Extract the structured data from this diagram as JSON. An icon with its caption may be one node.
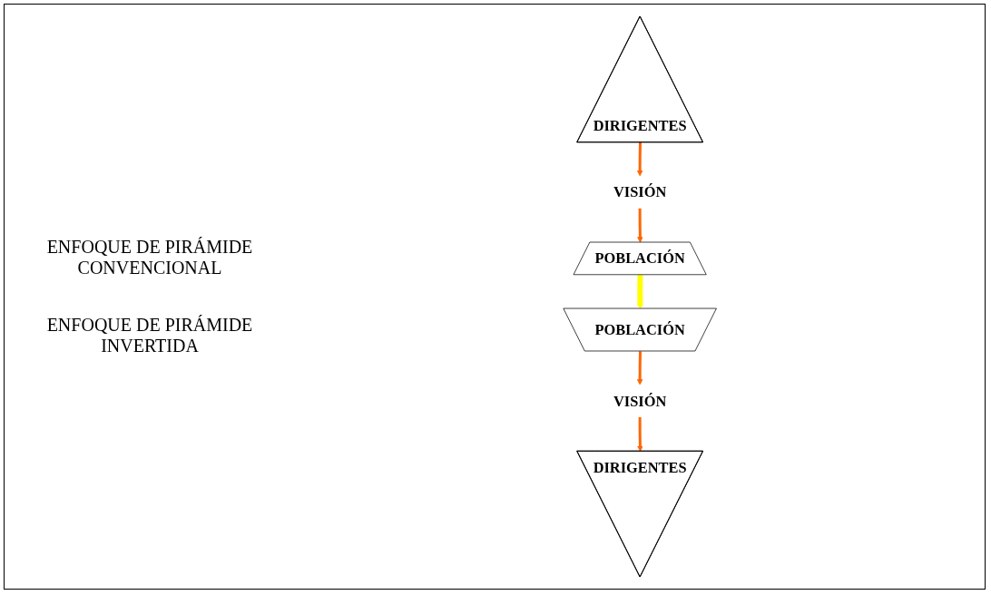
{
  "diagram": {
    "nodes": [
      {
        "text": [
          "DIRIGENTES"
        ]
      },
      {
        "text": [
          "VISIÓN"
        ]
      },
      {
        "text": [
          "POBLACIÓN"
        ]
      },
      {
        "text": [
          "POBLACIÓN"
        ]
      },
      {
        "text": [
          "VISIÓN"
        ]
      },
      {
        "text": [
          "DIRIGENTES"
        ]
      }
    ],
    "edges": [
      {
        "from": 0,
        "to": 1,
        "arrow": "to"
      },
      {
        "from": 1,
        "to": 2,
        "arrow": "to"
      },
      {
        "from": 2,
        "to": 3,
        "arrow": "to",
        "style": "thick",
        "color": "#ffff00"
      },
      {
        "from": 3,
        "to": 4,
        "arrow": "to"
      },
      {
        "from": 4,
        "to": 5,
        "arrow": "to"
      }
    ],
    "labels": [
      "ENFOQUE DE PIRÁMIDE CONVENCIONAL",
      "ENFOQUE DE PIRÁMIDE INVERTIDA"
    ]
  }
}
